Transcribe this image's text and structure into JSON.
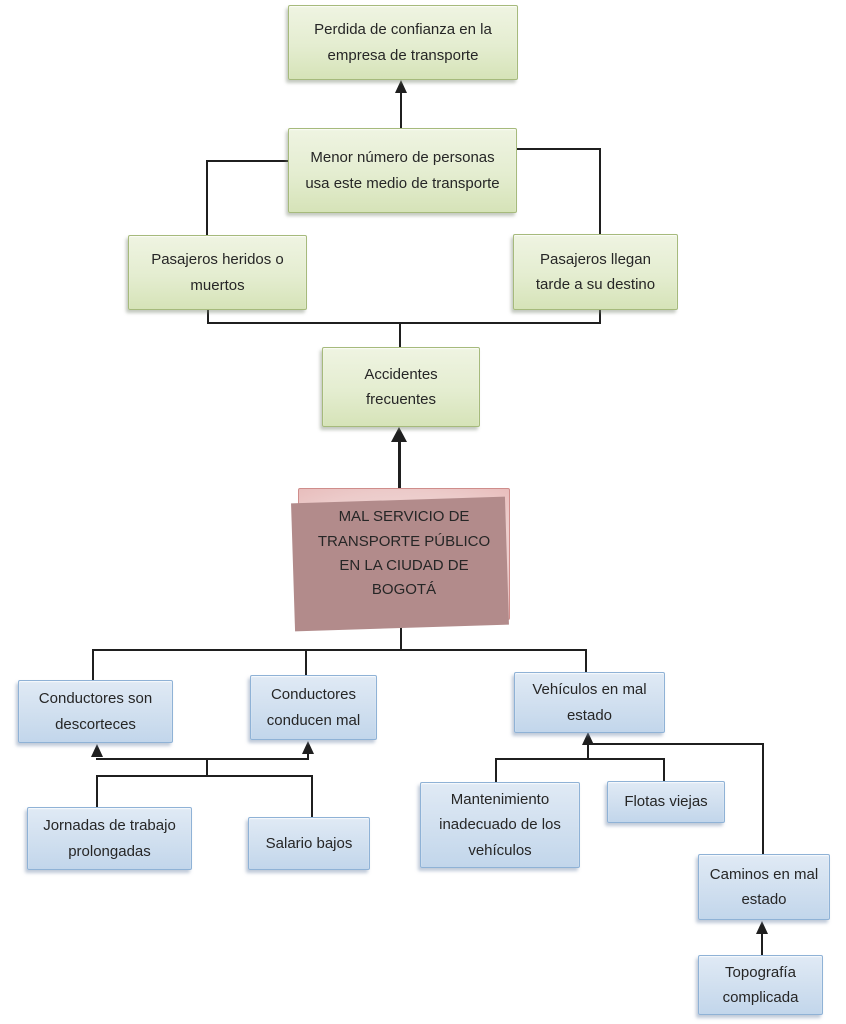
{
  "theme": {
    "line": "#1f1f1f",
    "text": "#262626",
    "green_border": "#a6ba7c",
    "green_top": "#eff4e2",
    "green_bottom": "#d6e3b8",
    "blue_border": "#8fb2d6",
    "blue_top": "#e0eaf5",
    "blue_bottom": "#c2d6eb",
    "red_border": "#cf8d8b",
    "red_outer": "#de9d9b",
    "red_inner": "#f4e2e1",
    "red_shadow": "#b28b8b"
  },
  "nodes": {
    "perdida": {
      "label": "Perdida de confianza en la empresa de transporte",
      "type": "efecto"
    },
    "menor": {
      "label": "Menor número de personas usa este medio de transporte",
      "type": "efecto"
    },
    "heridos": {
      "label": "Pasajeros heridos o muertos",
      "type": "efecto"
    },
    "tarde": {
      "label": "Pasajeros llegan tarde a su destino",
      "type": "efecto"
    },
    "accidentes": {
      "label": "Accidentes frecuentes",
      "type": "efecto"
    },
    "central": {
      "label": "MAL SERVICIO DE TRANSPORTE PÚBLICO EN LA CIUDAD DE BOGOTÁ",
      "type": "problema central"
    },
    "descorteces": {
      "label": "Conductores son descorteces",
      "type": "causa"
    },
    "conducen_mal": {
      "label": "Conductores conducen mal",
      "type": "causa"
    },
    "vehiculos": {
      "label": "Vehículos en mal estado",
      "type": "causa"
    },
    "jornadas": {
      "label": "Jornadas de trabajo prolongadas",
      "type": "causa"
    },
    "salario": {
      "label": "Salario bajos",
      "type": "causa"
    },
    "mantenimiento": {
      "label": "Mantenimiento inadecuado de los vehículos",
      "type": "causa"
    },
    "flotas": {
      "label": "Flotas viejas",
      "type": "causa"
    },
    "caminos": {
      "label": "Caminos en mal estado",
      "type": "causa"
    },
    "topografia": {
      "label": "Topografía complicada",
      "type": "causa"
    }
  }
}
